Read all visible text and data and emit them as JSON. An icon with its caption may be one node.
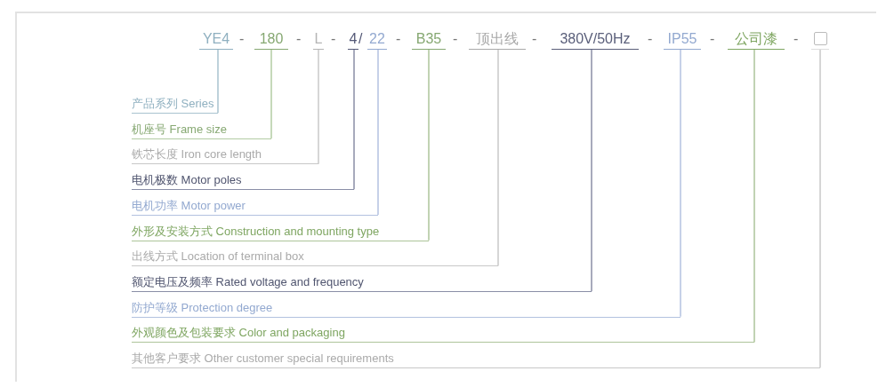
{
  "diagram": {
    "nodes": [
      {
        "text": [
          "YE4"
        ]
      },
      {
        "text": [
          "180"
        ]
      },
      {
        "text": [
          "L"
        ]
      },
      {
        "text": [
          "4"
        ]
      },
      {
        "text": [
          "22"
        ]
      },
      {
        "text": [
          "B35"
        ]
      },
      {
        "text": [
          "顶出线"
        ]
      },
      {
        "text": [
          "380V/50Hz"
        ]
      },
      {
        "text": [
          "IP55"
        ]
      },
      {
        "text": [
          "公司漆"
        ]
      },
      {
        "text": [],
        "shape": "box"
      },
      {
        "text": [
          "产品系列 Series"
        ]
      },
      {
        "text": [
          "机座号 Frame size"
        ]
      },
      {
        "text": [
          "铁芯长度 Iron core length"
        ]
      },
      {
        "text": [
          "电机极数 Motor poles"
        ]
      },
      {
        "text": [
          "电机功率 Motor power"
        ]
      },
      {
        "text": [
          "外形及安装方式 Construction and mounting type"
        ]
      },
      {
        "text": [
          "出线方式 Location of terminal box"
        ]
      },
      {
        "text": [
          "额定电压及频率 Rated voltage and frequency"
        ]
      },
      {
        "text": [
          "防护等级 Protection degree"
        ]
      },
      {
        "text": [
          "外观颜色及包装要求 Color and packaging"
        ]
      },
      {
        "text": [
          "其他客户要求 Other customer special requirements"
        ]
      }
    ],
    "edges": [
      {
        "from": 0,
        "to": 11,
        "arrow": "none",
        "color": "#a9c3cf"
      },
      {
        "from": 1,
        "to": 12,
        "arrow": "none",
        "color": "#b3cca3"
      },
      {
        "from": 2,
        "to": 13,
        "arrow": "none",
        "color": "#c8c8c8"
      },
      {
        "from": 3,
        "to": 14,
        "arrow": "none",
        "color": "#8a8ea6"
      },
      {
        "from": 4,
        "to": 15,
        "arrow": "none",
        "color": "#b3c2e0"
      },
      {
        "from": 5,
        "to": 16,
        "arrow": "none",
        "color": "#adc49a"
      },
      {
        "from": 6,
        "to": 17,
        "arrow": "none",
        "color": "#c8c8c8"
      },
      {
        "from": 7,
        "to": 18,
        "arrow": "none",
        "color": "#8a8ea6"
      },
      {
        "from": 8,
        "to": 19,
        "arrow": "none",
        "color": "#b3c2e0"
      },
      {
        "from": 9,
        "to": 20,
        "arrow": "none",
        "color": "#adc49a"
      },
      {
        "from": 10,
        "to": 21,
        "arrow": "none",
        "color": "#c8c8c8"
      }
    ],
    "labels": [
      "-",
      "-",
      "-",
      "/",
      "-",
      "-",
      "-",
      "-",
      "-",
      "-"
    ]
  }
}
